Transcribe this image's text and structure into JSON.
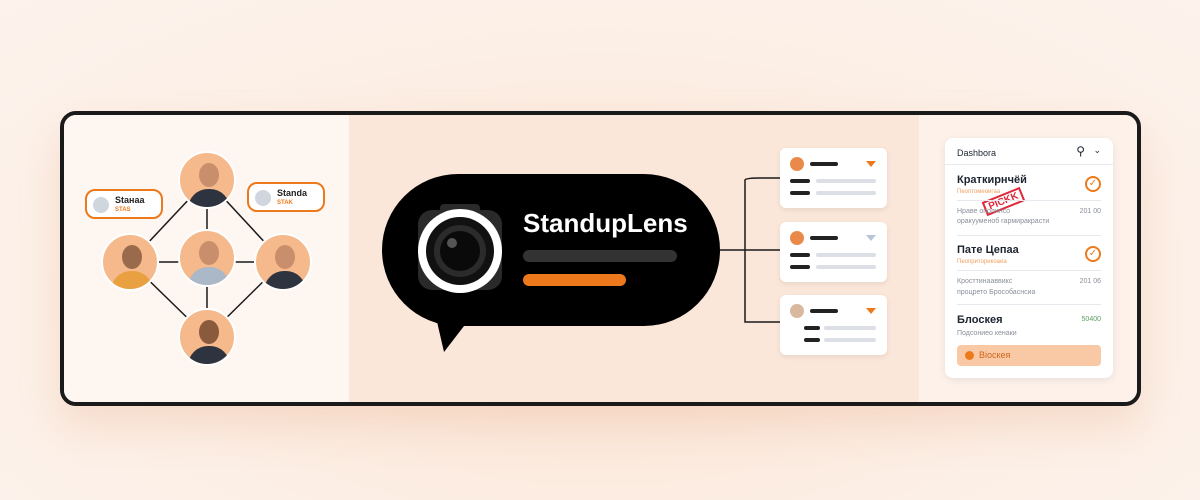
{
  "left": {
    "bubbles": [
      {
        "name": "Staнaa",
        "sub": "STAS"
      },
      {
        "name": "Standa",
        "sub": "STAK"
      }
    ]
  },
  "center": {
    "title": "StandupLens",
    "progress": 0.67
  },
  "dashboard": {
    "title": "Dashbora",
    "items": [
      {
        "title": "Краткирнчёй",
        "sub": "Пеоптомеоигаа",
        "desc1": "Нраве ополинсо",
        "desc2": "оракууменоб гармиракрасти",
        "value": "201 00",
        "stamp": "PICKK"
      },
      {
        "title": "Пате Цепаа",
        "sub": "Пеоприторикоаеа",
        "desc1": "Кросттинааввикс",
        "desc2": "процрето Брособаснсиа",
        "value": "201 06"
      },
      {
        "title": "Блоскея",
        "sub": "Подсониео кенаки",
        "value": "50400"
      }
    ],
    "button": "Bioскея",
    "accent": "#ec7a1c"
  }
}
